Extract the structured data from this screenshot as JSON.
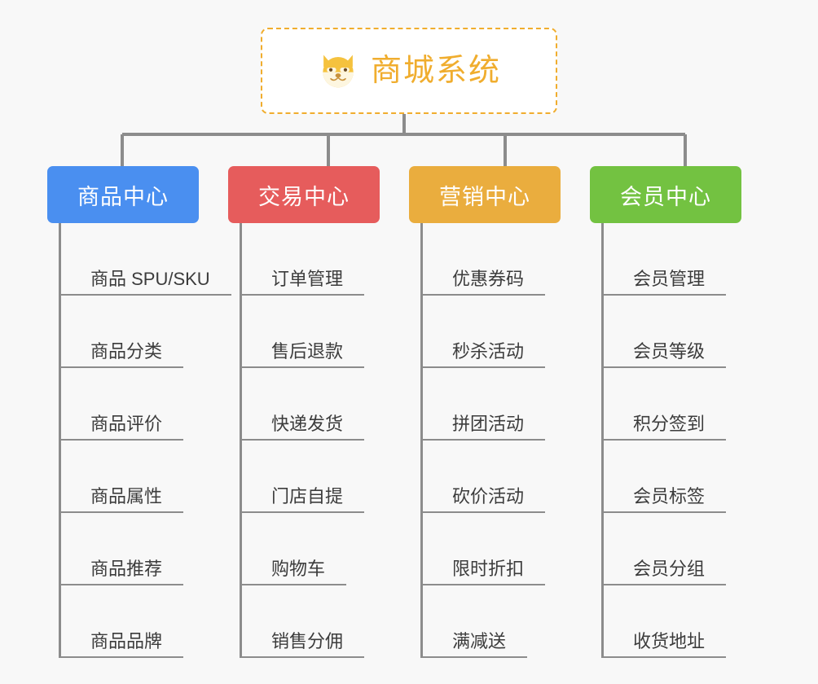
{
  "root": {
    "title": "商城系统",
    "icon": "shiba-dog-face-icon",
    "color": "#f0ad2e",
    "background": "#ffffff"
  },
  "page": {
    "background": "#f8f8f8",
    "connector_color": "#8c8c8c"
  },
  "columns": [
    {
      "header": "商品中心",
      "color": "#4a8ff0",
      "items": [
        "商品 SPU/SKU",
        "商品分类",
        "商品评价",
        "商品属性",
        "商品推荐",
        "商品品牌"
      ]
    },
    {
      "header": "交易中心",
      "color": "#e65c5c",
      "items": [
        "订单管理",
        "售后退款",
        "快递发货",
        "门店自提",
        "购物车",
        "销售分佣"
      ]
    },
    {
      "header": "营销中心",
      "color": "#eaad3e",
      "items": [
        "优惠券码",
        "秒杀活动",
        "拼团活动",
        "砍价活动",
        "限时折扣",
        "满减送"
      ]
    },
    {
      "header": "会员中心",
      "color": "#73c241",
      "items": [
        "会员管理",
        "会员等级",
        "积分签到",
        "会员标签",
        "会员分组",
        "收货地址"
      ]
    }
  ]
}
